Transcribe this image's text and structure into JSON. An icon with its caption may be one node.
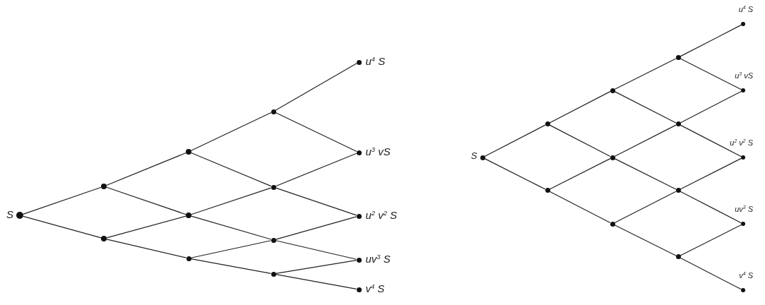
{
  "diagram": {
    "nodes": [
      {
        "text": [],
        "shape": "circle",
        "beside": [
          "S"
        ]
      },
      {
        "text": [],
        "shape": "circle"
      },
      {
        "text": [],
        "shape": "circle"
      },
      {
        "text": [],
        "shape": "circle"
      },
      {
        "text": [],
        "shape": "circle"
      },
      {
        "text": [],
        "shape": "circle"
      },
      {
        "text": [],
        "shape": "circle"
      },
      {
        "text": [],
        "shape": "circle"
      },
      {
        "text": [],
        "shape": "circle"
      },
      {
        "text": [],
        "shape": "circle"
      },
      {
        "text": [],
        "shape": "circle",
        "beside": [
          "u$^{4}$ S"
        ]
      },
      {
        "text": [],
        "shape": "circle",
        "beside": [
          "u$^{3}$ vS"
        ]
      },
      {
        "text": [],
        "shape": "circle",
        "beside": [
          "u$^{2}$ v$^{2}$ S"
        ]
      },
      {
        "text": [],
        "shape": "circle",
        "beside": [
          "uv$^{3}$ S"
        ]
      },
      {
        "text": [],
        "shape": "circle",
        "beside": [
          "v$^{4}$ S"
        ]
      },
      {
        "text": [],
        "shape": "circle",
        "beside": [
          "S"
        ]
      },
      {
        "text": [],
        "shape": "circle"
      },
      {
        "text": [],
        "shape": "circle"
      },
      {
        "text": [],
        "shape": "circle"
      },
      {
        "text": [],
        "shape": "circle"
      },
      {
        "text": [],
        "shape": "circle"
      },
      {
        "text": [],
        "shape": "circle"
      },
      {
        "text": [],
        "shape": "circle"
      },
      {
        "text": [],
        "shape": "circle"
      },
      {
        "text": [],
        "shape": "circle"
      },
      {
        "text": [],
        "shape": "circle",
        "beside": [
          "u$^{4}$ S"
        ]
      },
      {
        "text": [],
        "shape": "circle",
        "beside": [
          "u$^{3}$ vS"
        ]
      },
      {
        "text": [],
        "shape": "circle",
        "beside": [
          "u$^{2}$ v$^{2}$ S"
        ]
      },
      {
        "text": [],
        "shape": "circle",
        "beside": [
          "uv$^{3}$ S"
        ]
      },
      {
        "text": [],
        "shape": "circle",
        "beside": [
          "v$^{4}$ S"
        ]
      }
    ],
    "edges": [
      {
        "from": 0,
        "to": 1,
        "arrow": "none"
      },
      {
        "from": 0,
        "to": 2,
        "arrow": "none"
      },
      {
        "from": 1,
        "to": 3,
        "arrow": "none"
      },
      {
        "from": 1,
        "to": 4,
        "arrow": "none"
      },
      {
        "from": 2,
        "to": 4,
        "arrow": "none"
      },
      {
        "from": 2,
        "to": 5,
        "arrow": "none"
      },
      {
        "from": 3,
        "to": 6,
        "arrow": "none"
      },
      {
        "from": 3,
        "to": 7,
        "arrow": "none"
      },
      {
        "from": 4,
        "to": 7,
        "arrow": "none"
      },
      {
        "from": 4,
        "to": 8,
        "arrow": "none"
      },
      {
        "from": 5,
        "to": 8,
        "arrow": "none"
      },
      {
        "from": 5,
        "to": 9,
        "arrow": "none"
      },
      {
        "from": 6,
        "to": 10,
        "arrow": "none"
      },
      {
        "from": 6,
        "to": 11,
        "arrow": "none"
      },
      {
        "from": 7,
        "to": 11,
        "arrow": "none"
      },
      {
        "from": 7,
        "to": 12,
        "arrow": "none"
      },
      {
        "from": 8,
        "to": 12,
        "arrow": "none"
      },
      {
        "from": 8,
        "to": 13,
        "arrow": "none"
      },
      {
        "from": 9,
        "to": 13,
        "arrow": "none"
      },
      {
        "from": 9,
        "to": 14,
        "arrow": "none"
      },
      {
        "from": 15,
        "to": 16,
        "arrow": "none"
      },
      {
        "from": 15,
        "to": 17,
        "arrow": "none"
      },
      {
        "from": 16,
        "to": 18,
        "arrow": "none"
      },
      {
        "from": 16,
        "to": 19,
        "arrow": "none"
      },
      {
        "from": 17,
        "to": 19,
        "arrow": "none"
      },
      {
        "from": 17,
        "to": 20,
        "arrow": "none"
      },
      {
        "from": 18,
        "to": 21,
        "arrow": "none"
      },
      {
        "from": 18,
        "to": 22,
        "arrow": "none"
      },
      {
        "from": 19,
        "to": 22,
        "arrow": "none"
      },
      {
        "from": 19,
        "to": 23,
        "arrow": "none"
      },
      {
        "from": 20,
        "to": 23,
        "arrow": "none"
      },
      {
        "from": 20,
        "to": 24,
        "arrow": "none"
      },
      {
        "from": 21,
        "to": 25,
        "arrow": "none"
      },
      {
        "from": 21,
        "to": 26,
        "arrow": "none"
      },
      {
        "from": 22,
        "to": 26,
        "arrow": "none"
      },
      {
        "from": 22,
        "to": 27,
        "arrow": "none"
      },
      {
        "from": 23,
        "to": 27,
        "arrow": "none"
      },
      {
        "from": 23,
        "to": 28,
        "arrow": "none"
      },
      {
        "from": 24,
        "to": 28,
        "arrow": "none"
      },
      {
        "from": 24,
        "to": 29,
        "arrow": "none"
      }
    ]
  }
}
